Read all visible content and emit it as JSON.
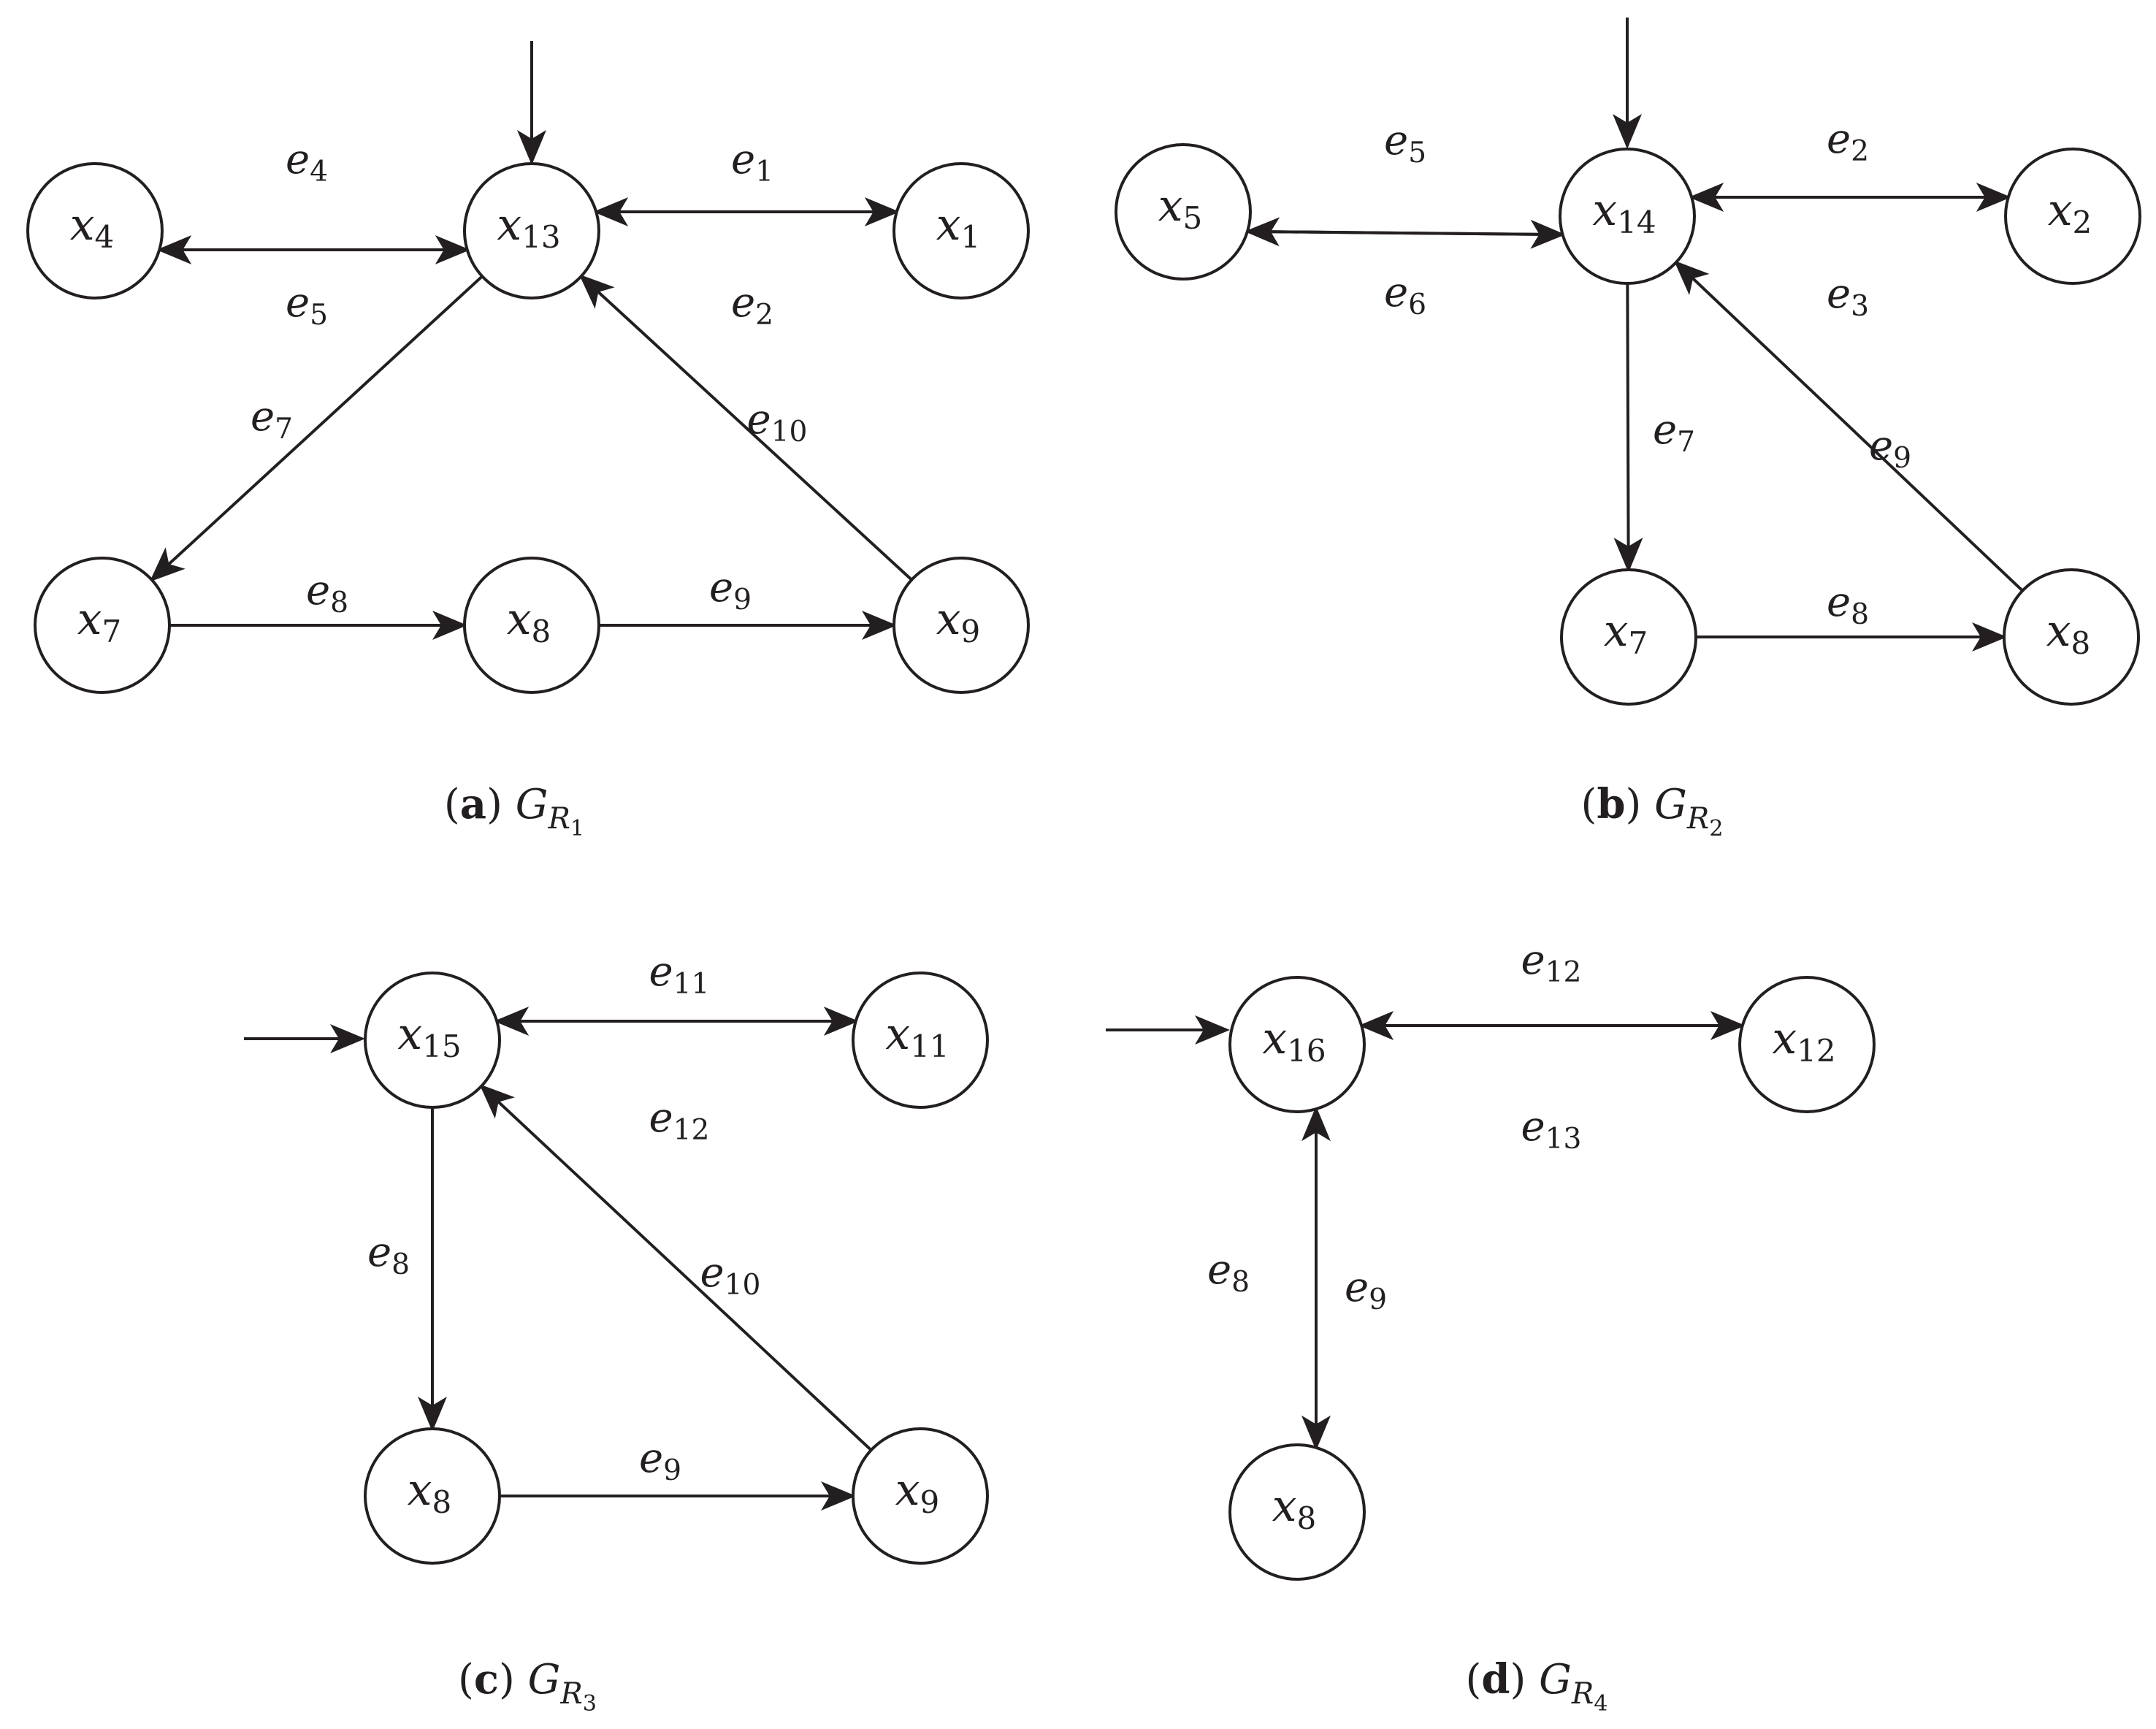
{
  "diagrams": [
    {
      "id": "a",
      "caption": {
        "letter": "a",
        "g": "G",
        "r": "R",
        "sub": "1"
      },
      "nodes": [
        {
          "id": "x4",
          "base": "x",
          "sub": "4"
        },
        {
          "id": "x13",
          "base": "x",
          "sub": "13"
        },
        {
          "id": "x1",
          "base": "x",
          "sub": "1"
        },
        {
          "id": "x7",
          "base": "x",
          "sub": "7"
        },
        {
          "id": "x8",
          "base": "x",
          "sub": "8"
        },
        {
          "id": "x9",
          "base": "x",
          "sub": "9"
        }
      ],
      "initial": "x13",
      "edges": [
        {
          "from": "x13",
          "to": "x4",
          "label": {
            "base": "e",
            "sub": "4"
          }
        },
        {
          "from": "x4",
          "to": "x13",
          "label": {
            "base": "e",
            "sub": "5"
          }
        },
        {
          "from": "x13",
          "to": "x1",
          "label": {
            "base": "e",
            "sub": "1"
          }
        },
        {
          "from": "x1",
          "to": "x13",
          "label": {
            "base": "e",
            "sub": "2"
          }
        },
        {
          "from": "x13",
          "to": "x7",
          "label": {
            "base": "e",
            "sub": "7"
          }
        },
        {
          "from": "x9",
          "to": "x13",
          "label": {
            "base": "e",
            "sub": "10"
          }
        },
        {
          "from": "x7",
          "to": "x8",
          "label": {
            "base": "e",
            "sub": "8"
          }
        },
        {
          "from": "x8",
          "to": "x9",
          "label": {
            "base": "e",
            "sub": "9"
          }
        }
      ]
    },
    {
      "id": "b",
      "caption": {
        "letter": "b",
        "g": "G",
        "r": "R",
        "sub": "2"
      },
      "nodes": [
        {
          "id": "x5",
          "base": "x",
          "sub": "5"
        },
        {
          "id": "x14",
          "base": "x",
          "sub": "14"
        },
        {
          "id": "x2",
          "base": "x",
          "sub": "2"
        },
        {
          "id": "x7",
          "base": "x",
          "sub": "7"
        },
        {
          "id": "x8",
          "base": "x",
          "sub": "8"
        }
      ],
      "initial": "x14",
      "edges": [
        {
          "from": "x14",
          "to": "x5",
          "label": {
            "base": "e",
            "sub": "5"
          }
        },
        {
          "from": "x5",
          "to": "x14",
          "label": {
            "base": "e",
            "sub": "6"
          }
        },
        {
          "from": "x14",
          "to": "x2",
          "label": {
            "base": "e",
            "sub": "2"
          }
        },
        {
          "from": "x2",
          "to": "x14",
          "label": {
            "base": "e",
            "sub": "3"
          }
        },
        {
          "from": "x14",
          "to": "x7",
          "label": {
            "base": "e",
            "sub": "7"
          }
        },
        {
          "from": "x8",
          "to": "x14",
          "label": {
            "base": "e",
            "sub": "9"
          }
        },
        {
          "from": "x7",
          "to": "x8",
          "label": {
            "base": "e",
            "sub": "8"
          }
        }
      ]
    },
    {
      "id": "c",
      "caption": {
        "letter": "c",
        "g": "G",
        "r": "R",
        "sub": "3"
      },
      "nodes": [
        {
          "id": "x15",
          "base": "x",
          "sub": "15"
        },
        {
          "id": "x11",
          "base": "x",
          "sub": "11"
        },
        {
          "id": "x8",
          "base": "x",
          "sub": "8"
        },
        {
          "id": "x9",
          "base": "x",
          "sub": "9"
        }
      ],
      "initial": "x15",
      "edges": [
        {
          "from": "x15",
          "to": "x11",
          "label": {
            "base": "e",
            "sub": "11"
          }
        },
        {
          "from": "x11",
          "to": "x15",
          "label": {
            "base": "e",
            "sub": "12"
          }
        },
        {
          "from": "x15",
          "to": "x8",
          "label": {
            "base": "e",
            "sub": "8"
          }
        },
        {
          "from": "x9",
          "to": "x15",
          "label": {
            "base": "e",
            "sub": "10"
          }
        },
        {
          "from": "x8",
          "to": "x9",
          "label": {
            "base": "e",
            "sub": "9"
          }
        }
      ]
    },
    {
      "id": "d",
      "caption": {
        "letter": "d",
        "g": "G",
        "r": "R",
        "sub": "4"
      },
      "nodes": [
        {
          "id": "x16",
          "base": "x",
          "sub": "16"
        },
        {
          "id": "x12",
          "base": "x",
          "sub": "12"
        },
        {
          "id": "x8",
          "base": "x",
          "sub": "8"
        }
      ],
      "initial": "x16",
      "edges": [
        {
          "from": "x16",
          "to": "x12",
          "label": {
            "base": "e",
            "sub": "12"
          }
        },
        {
          "from": "x12",
          "to": "x16",
          "label": {
            "base": "e",
            "sub": "13"
          }
        },
        {
          "from": "x16",
          "to": "x8",
          "label": {
            "base": "e",
            "sub": "8"
          }
        },
        {
          "from": "x8",
          "to": "x16",
          "label": {
            "base": "e",
            "sub": "9"
          }
        }
      ]
    }
  ]
}
